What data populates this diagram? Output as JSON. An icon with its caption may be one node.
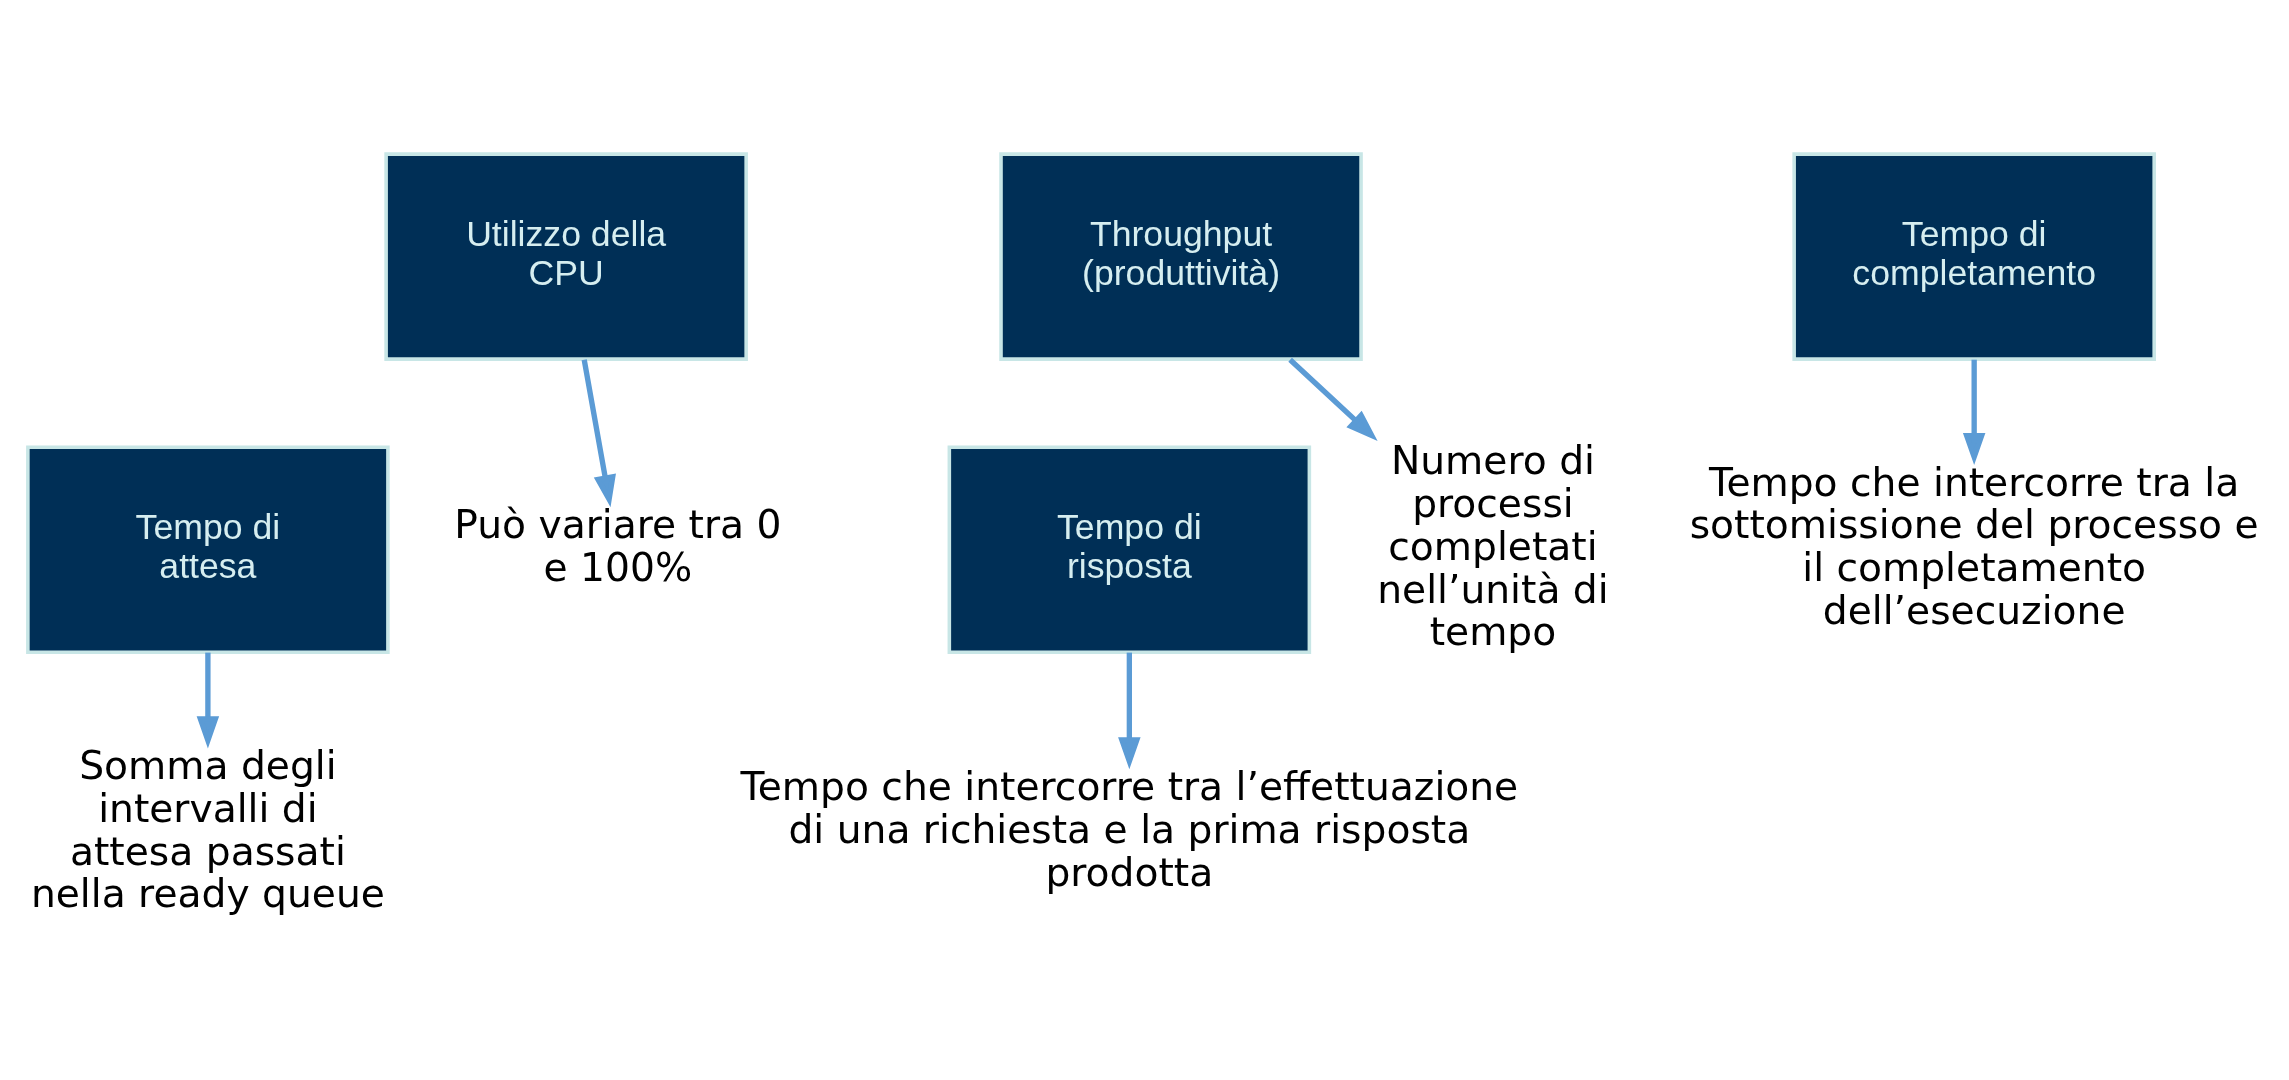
{
  "diagram": {
    "nodes": [
      {
        "text": [
          "Utilizzo della CPU"
        ]
      },
      {
        "text": [
          "Throughput (produttività)"
        ]
      },
      {
        "text": [
          "Tempo di completamento"
        ]
      },
      {
        "text": [
          "Tempo di attesa"
        ]
      },
      {
        "text": [
          "Tempo di risposta"
        ]
      },
      {
        "text": [
          "Può variare tra 0 e 100%"
        ]
      },
      {
        "text": [
          "Numero di processi completati nell’unità di tempo"
        ]
      },
      {
        "text": [
          "Tempo che intercorre tra la sottomissione del processo e il completamento dell’esecuzione"
        ]
      },
      {
        "text": [
          "Somma degli intervalli di attesa passati nella ready queue"
        ]
      },
      {
        "text": [
          "Tempo che intercorre tra l’effettuazione di una richiesta e la prima risposta prodotta"
        ]
      }
    ],
    "edges": [
      {
        "from": 0,
        "to": 5,
        "arrow": "to"
      },
      {
        "from": 1,
        "to": 6,
        "arrow": "to"
      },
      {
        "from": 2,
        "to": 7,
        "arrow": "to"
      },
      {
        "from": 3,
        "to": 8,
        "arrow": "to"
      },
      {
        "from": 4,
        "to": 9,
        "arrow": "to"
      }
    ]
  }
}
